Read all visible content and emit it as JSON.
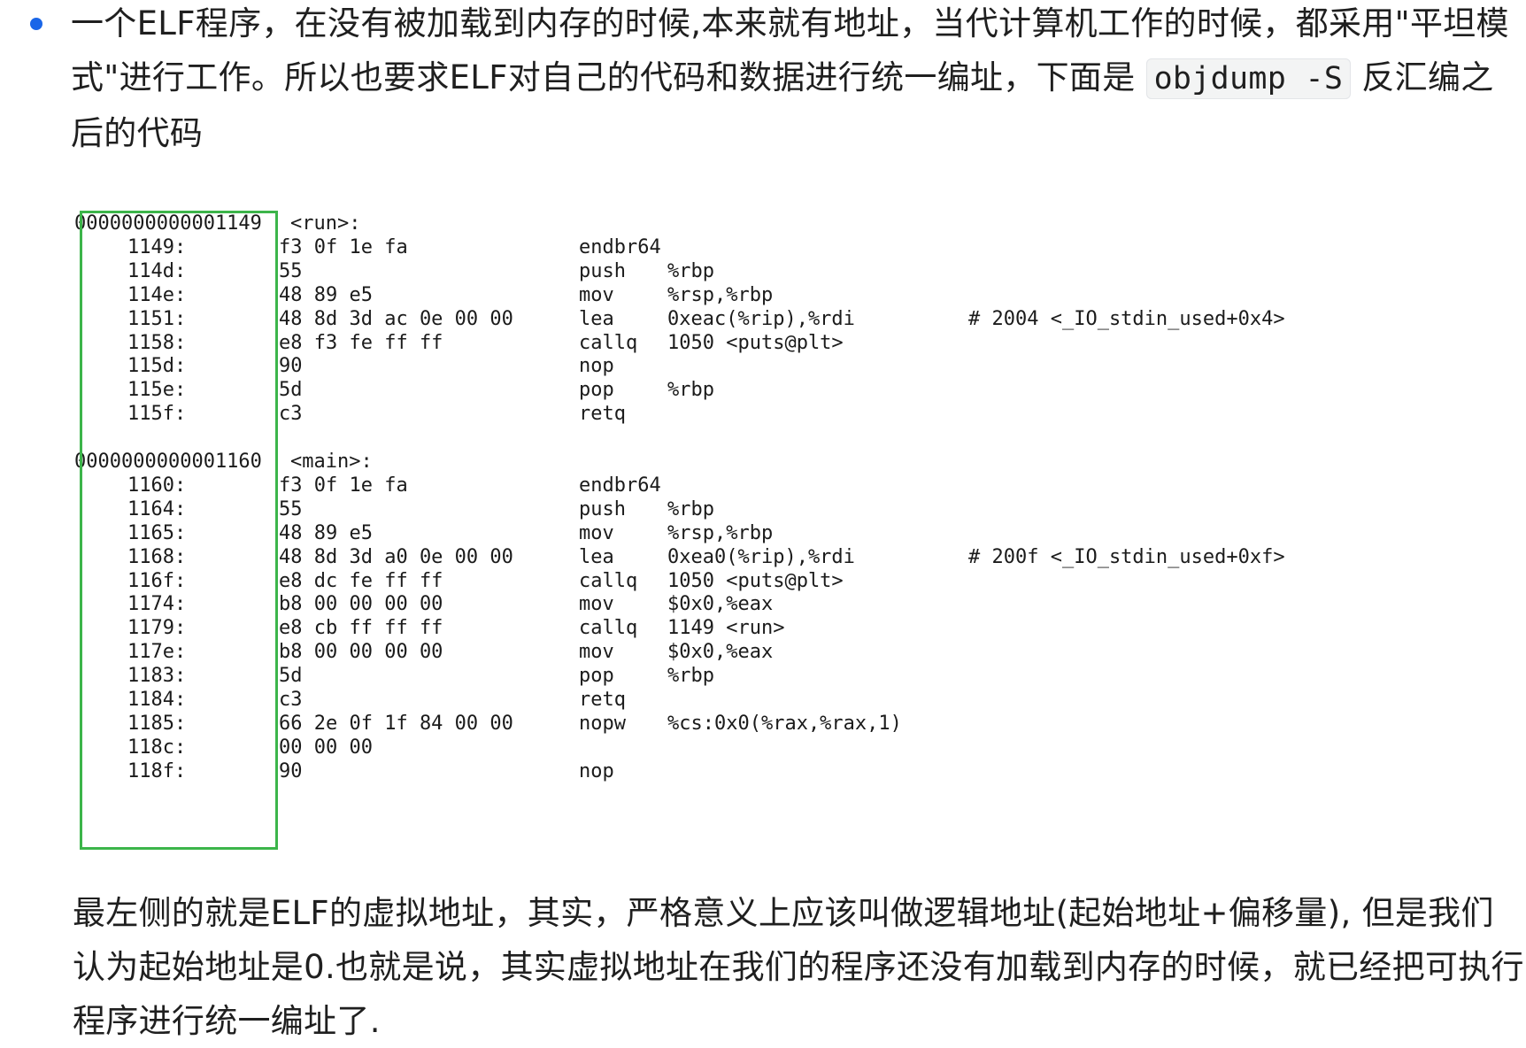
{
  "intro": {
    "text_before_code": "一个ELF程序，在没有被加载到内存的时候,本来就有地址，当代计算机工作的时候，都采用\"平坦模式\"进行工作。所以也要求ELF对自己的代码和数据进行统一编址，下面是",
    "inline_code": "objdump -S",
    "text_after_code": "反汇编之后的代码"
  },
  "dump": {
    "sections": [
      {
        "symbol_address": "0000000000001149",
        "symbol_name": "<run>:",
        "lines": [
          {
            "addr": "1149:",
            "bytes": "f3 0f 1e fa",
            "mnemonic": "endbr64",
            "operands": "",
            "comment": ""
          },
          {
            "addr": "114d:",
            "bytes": "55",
            "mnemonic": "push",
            "operands": "%rbp",
            "comment": ""
          },
          {
            "addr": "114e:",
            "bytes": "48 89 e5",
            "mnemonic": "mov",
            "operands": "%rsp,%rbp",
            "comment": ""
          },
          {
            "addr": "1151:",
            "bytes": "48 8d 3d ac 0e 00 00",
            "mnemonic": "lea",
            "operands": "0xeac(%rip),%rdi",
            "comment": "# 2004 <_IO_stdin_used+0x4>"
          },
          {
            "addr": "1158:",
            "bytes": "e8 f3 fe ff ff",
            "mnemonic": "callq",
            "operands": "1050 <puts@plt>",
            "comment": ""
          },
          {
            "addr": "115d:",
            "bytes": "90",
            "mnemonic": "nop",
            "operands": "",
            "comment": ""
          },
          {
            "addr": "115e:",
            "bytes": "5d",
            "mnemonic": "pop",
            "operands": "%rbp",
            "comment": ""
          },
          {
            "addr": "115f:",
            "bytes": "c3",
            "mnemonic": "retq",
            "operands": "",
            "comment": ""
          }
        ]
      },
      {
        "symbol_address": "0000000000001160",
        "symbol_name": "<main>:",
        "lines": [
          {
            "addr": "1160:",
            "bytes": "f3 0f 1e fa",
            "mnemonic": "endbr64",
            "operands": "",
            "comment": ""
          },
          {
            "addr": "1164:",
            "bytes": "55",
            "mnemonic": "push",
            "operands": "%rbp",
            "comment": ""
          },
          {
            "addr": "1165:",
            "bytes": "48 89 e5",
            "mnemonic": "mov",
            "operands": "%rsp,%rbp",
            "comment": ""
          },
          {
            "addr": "1168:",
            "bytes": "48 8d 3d a0 0e 00 00",
            "mnemonic": "lea",
            "operands": "0xea0(%rip),%rdi",
            "comment": "# 200f <_IO_stdin_used+0xf>"
          },
          {
            "addr": "116f:",
            "bytes": "e8 dc fe ff ff",
            "mnemonic": "callq",
            "operands": "1050 <puts@plt>",
            "comment": ""
          },
          {
            "addr": "1174:",
            "bytes": "b8 00 00 00 00",
            "mnemonic": "mov",
            "operands": "$0x0,%eax",
            "comment": ""
          },
          {
            "addr": "1179:",
            "bytes": "e8 cb ff ff ff",
            "mnemonic": "callq",
            "operands": "1149 <run>",
            "comment": ""
          },
          {
            "addr": "117e:",
            "bytes": "b8 00 00 00 00",
            "mnemonic": "mov",
            "operands": "$0x0,%eax",
            "comment": ""
          },
          {
            "addr": "1183:",
            "bytes": "5d",
            "mnemonic": "pop",
            "operands": "%rbp",
            "comment": ""
          },
          {
            "addr": "1184:",
            "bytes": "c3",
            "mnemonic": "retq",
            "operands": "",
            "comment": ""
          },
          {
            "addr": "1185:",
            "bytes": "66 2e 0f 1f 84 00 00",
            "mnemonic": "nopw",
            "operands": "%cs:0x0(%rax,%rax,1)",
            "comment": ""
          },
          {
            "addr": "118c:",
            "bytes": "00 00 00",
            "mnemonic": "",
            "operands": "",
            "comment": ""
          },
          {
            "addr": "118f:",
            "bytes": "90",
            "mnemonic": "nop",
            "operands": "",
            "comment": ""
          }
        ]
      }
    ]
  },
  "conclusion": {
    "text": "最左侧的就是ELF的虚拟地址，其实，严格意义上应该叫做逻辑地址(起始地址+偏移量), 但是我们认为起始地址是0.也就是说，其实虚拟地址在我们的程序还没有加载到内存的时候，就已经把可执行程序进行统一编址了."
  },
  "colors": {
    "bullet": "#1a66e8",
    "highlight_box": "#3cb54a",
    "text": "#1f1f1f",
    "inline_code_bg": "#f3f4f4"
  }
}
